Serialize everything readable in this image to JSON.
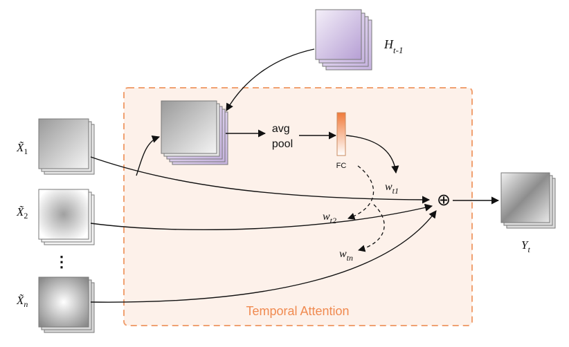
{
  "labels": {
    "x1": "X̃",
    "x1_sub": "1",
    "x2": "X̃",
    "x2_sub": "2",
    "xn": "X̃",
    "xn_sub": "n",
    "ellipsis": "⋮",
    "h_prev": "H",
    "h_prev_sub": "t-1",
    "avg_pool_line1": "avg",
    "avg_pool_line2": "pool",
    "fc": "FC",
    "wt1": "w",
    "wt1_sub": "t1",
    "wt2": "w",
    "wt2_sub": "t2",
    "wtn": "w",
    "wtn_sub": "tn",
    "sum_symbol": "⊕",
    "yt": "Y",
    "yt_sub": "t",
    "temporal_attention": "Temporal Attention"
  },
  "colors": {
    "attention_border": "#f0a070",
    "attention_fill": "#fdf1ea",
    "attention_text": "#f08a50",
    "fc_top": "#f07a3a",
    "fc_bottom": "#ffffff",
    "purple_light": "#e9e0f3",
    "purple_dark": "#b9a3d6"
  }
}
